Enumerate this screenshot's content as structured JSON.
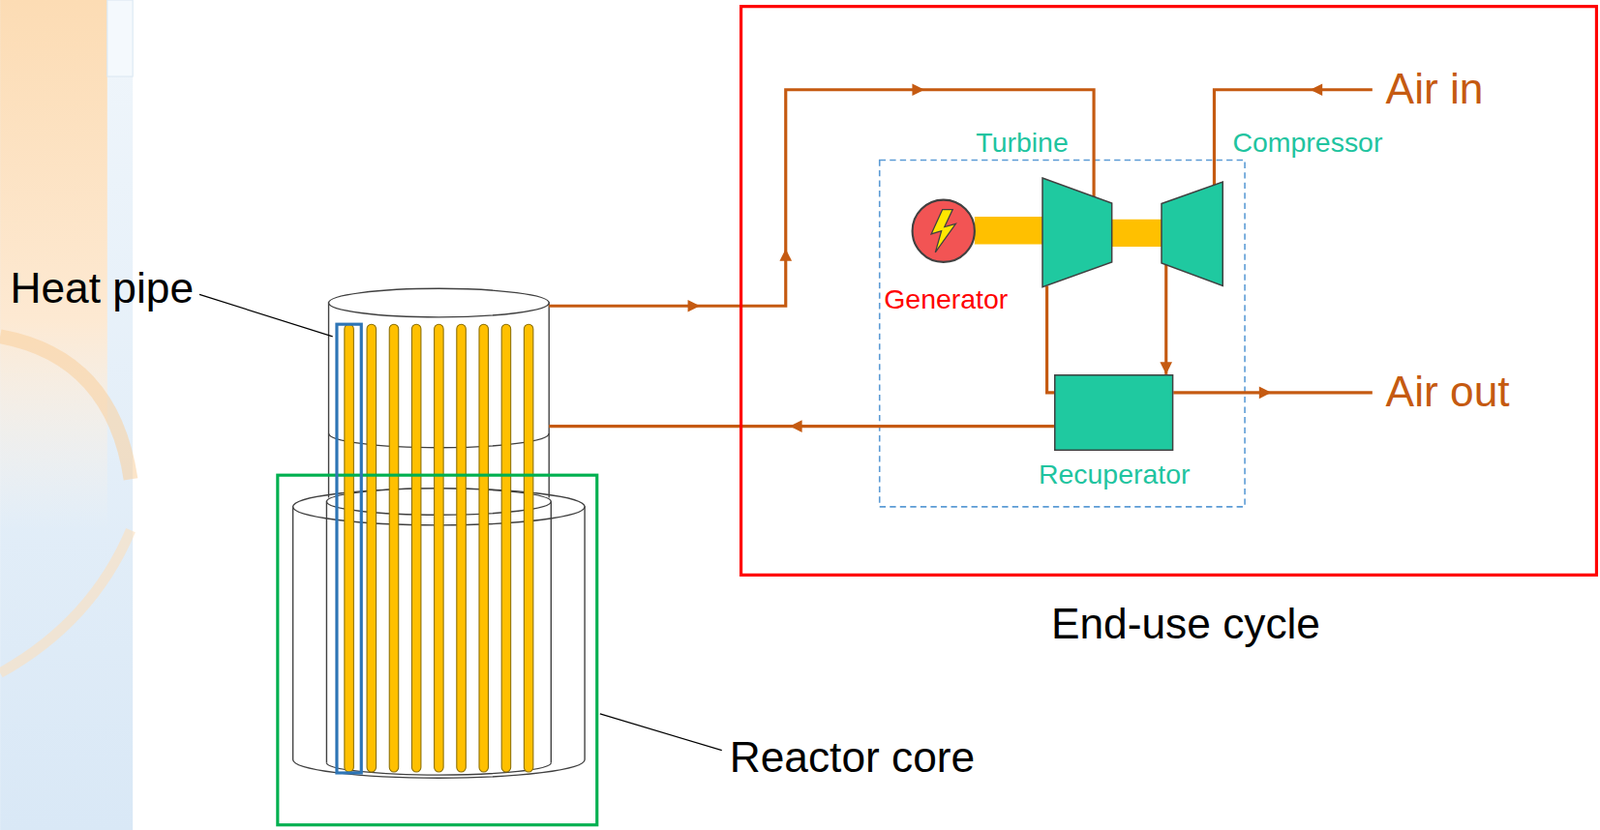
{
  "diagram": {
    "nodes": [
      {
        "text": [
          "End-use cycle"
        ]
      },
      {
        "text": [
          "Turbine"
        ],
        "in": 0
      },
      {
        "text": [
          "Compressor"
        ],
        "in": 0
      },
      {
        "text": [
          "Generator"
        ],
        "in": 0
      },
      {
        "text": [
          "Recuperator"
        ],
        "in": 0
      }
    ],
    "edges": [
      {
        "from": 2,
        "to": 4,
        "arrow": "to"
      },
      {
        "from": 1,
        "to": 4,
        "arrow": "none"
      },
      {
        "from": 3,
        "to": 1,
        "arrow": "none"
      },
      {
        "from": 1,
        "to": 2,
        "arrow": "none"
      }
    ],
    "labels": [
      "Heat pipe",
      "Reactor core",
      "Air in",
      "Air out"
    ]
  }
}
